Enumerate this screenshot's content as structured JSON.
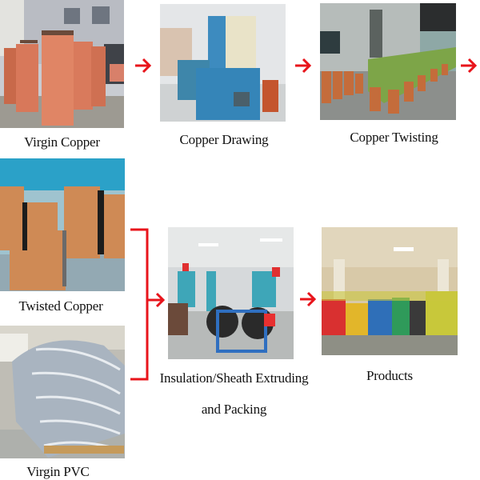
{
  "diagram": {
    "type": "process-flow",
    "accent_color": "#e8141b",
    "steps": [
      {
        "id": "virgin-copper",
        "label": "Virgin Copper",
        "image": "copper-coils-photo"
      },
      {
        "id": "copper-drawing",
        "label": "Copper Drawing",
        "image": "drawing-machine-photo"
      },
      {
        "id": "copper-twisting",
        "label": "Copper Twisting",
        "image": "twisting-line-photo"
      },
      {
        "id": "twisted-copper",
        "label": "Twisted Copper",
        "image": "copper-reels-photo"
      },
      {
        "id": "virgin-pvc",
        "label": "Virgin PVC",
        "image": "pvc-bags-photo"
      },
      {
        "id": "extruding",
        "label_line1": "Insulation/Sheath Extruding",
        "label_line2": "and Packing",
        "image": "extrusion-factory-photo"
      },
      {
        "id": "products",
        "label": "Products",
        "image": "cable-products-photo"
      }
    ],
    "connections": [
      {
        "from": "virgin-copper",
        "to": "copper-drawing",
        "icon": "arrow-right-icon"
      },
      {
        "from": "copper-drawing",
        "to": "copper-twisting",
        "icon": "arrow-right-icon"
      },
      {
        "from": "copper-twisting",
        "to": "(continues)",
        "icon": "arrow-right-icon"
      },
      {
        "from": [
          "twisted-copper",
          "virgin-pvc"
        ],
        "to": "extruding",
        "icon": "bracket-arrow-icon"
      },
      {
        "from": "extruding",
        "to": "products",
        "icon": "arrow-right-icon"
      }
    ]
  }
}
